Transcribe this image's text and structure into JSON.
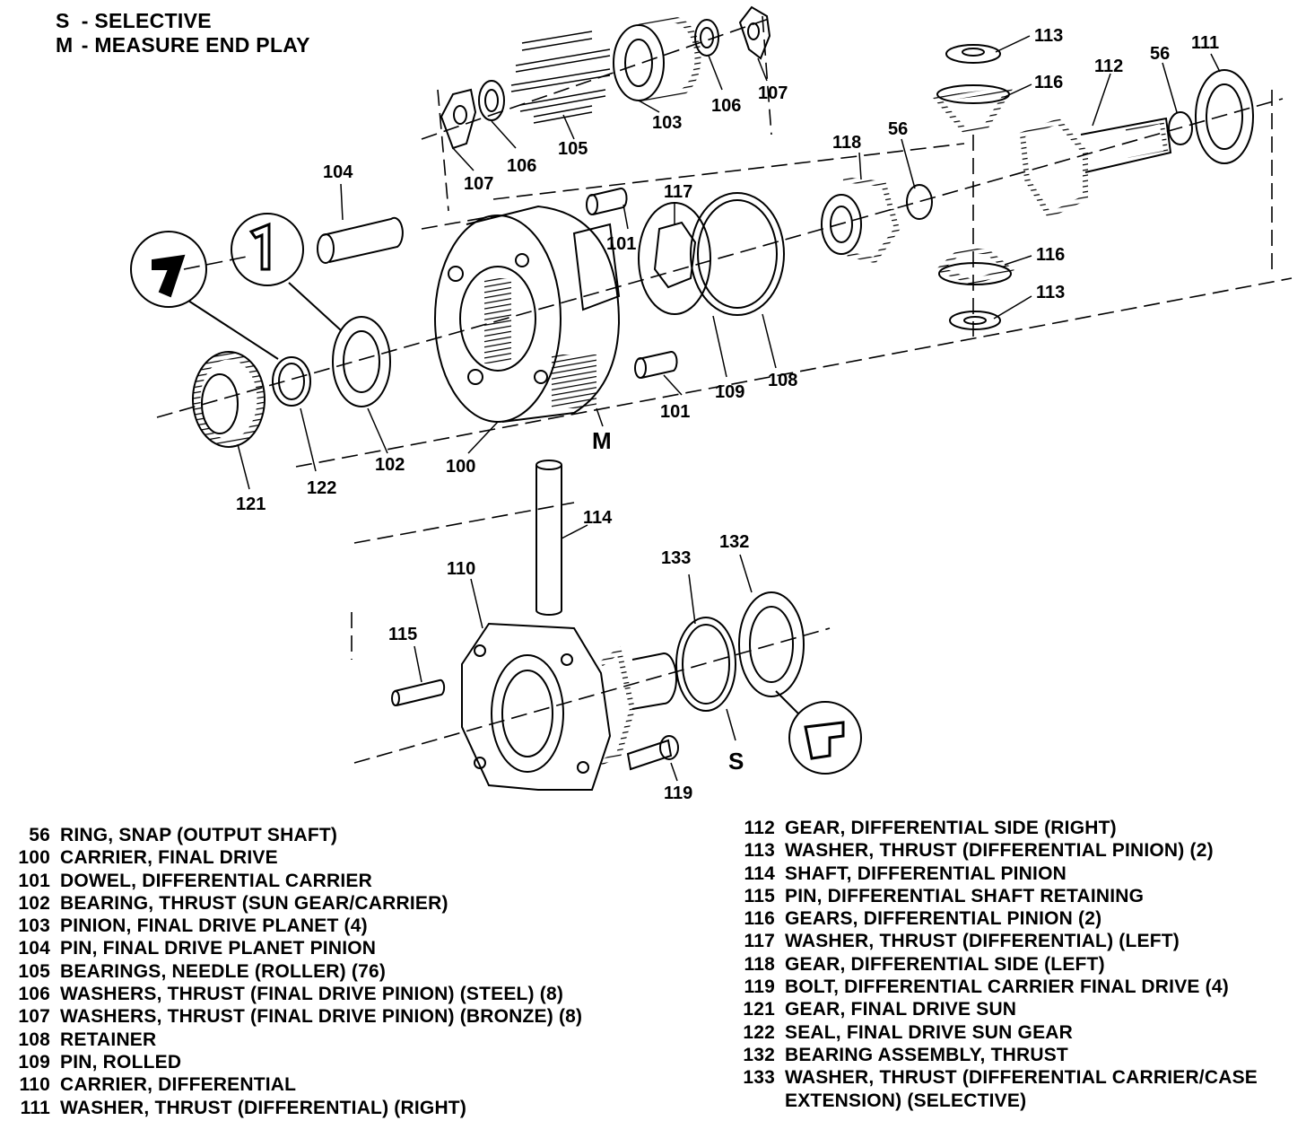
{
  "legend": [
    {
      "code": "S",
      "text": "- SELECTIVE"
    },
    {
      "code": "M",
      "text": "- MEASURE END PLAY"
    }
  ],
  "callouts": {
    "c113a": "113",
    "c116a": "116",
    "c112": "112",
    "c56a": "56",
    "c111": "111",
    "c118": "118",
    "c56b": "56",
    "c116b": "116",
    "c113b": "113",
    "c103": "103",
    "c106a": "106",
    "c107a": "107",
    "c105": "105",
    "c106b": "106",
    "c107b": "107",
    "c104": "104",
    "c117": "117",
    "c101a": "101",
    "c101b": "101",
    "c109": "109",
    "c108": "108",
    "c100": "100",
    "c102": "102",
    "c122": "122",
    "c121": "121",
    "cM": "M",
    "c114": "114",
    "c110": "110",
    "c133": "133",
    "c132": "132",
    "c115": "115",
    "c119": "119",
    "cS": "S"
  },
  "parts_left": [
    {
      "num": "56",
      "desc": "RING, SNAP (OUTPUT SHAFT)"
    },
    {
      "num": "100",
      "desc": "CARRIER, FINAL DRIVE"
    },
    {
      "num": "101",
      "desc": "DOWEL, DIFFERENTIAL CARRIER"
    },
    {
      "num": "102",
      "desc": "BEARING, THRUST (SUN GEAR/CARRIER)"
    },
    {
      "num": "103",
      "desc": "PINION, FINAL DRIVE PLANET (4)"
    },
    {
      "num": "104",
      "desc": "PIN, FINAL DRIVE PLANET PINION"
    },
    {
      "num": "105",
      "desc": "BEARINGS, NEEDLE (ROLLER) (76)"
    },
    {
      "num": "106",
      "desc": "WASHERS, THRUST (FINAL DRIVE PINION) (STEEL) (8)"
    },
    {
      "num": "107",
      "desc": "WASHERS, THRUST (FINAL DRIVE PINION) (BRONZE) (8)"
    },
    {
      "num": "108",
      "desc": "RETAINER"
    },
    {
      "num": "109",
      "desc": "PIN, ROLLED"
    },
    {
      "num": "110",
      "desc": "CARRIER, DIFFERENTIAL"
    },
    {
      "num": "111",
      "desc": "WASHER, THRUST (DIFFERENTIAL) (RIGHT)"
    }
  ],
  "parts_right": [
    {
      "num": "112",
      "desc": "GEAR, DIFFERENTIAL SIDE (RIGHT)"
    },
    {
      "num": "113",
      "desc": "WASHER, THRUST (DIFFERENTIAL PINION) (2)"
    },
    {
      "num": "114",
      "desc": "SHAFT, DIFFERENTIAL PINION"
    },
    {
      "num": "115",
      "desc": "PIN, DIFFERENTIAL SHAFT RETAINING"
    },
    {
      "num": "116",
      "desc": "GEARS, DIFFERENTIAL PINION (2)"
    },
    {
      "num": "117",
      "desc": "WASHER, THRUST (DIFFERENTIAL) (LEFT)"
    },
    {
      "num": "118",
      "desc": "GEAR, DIFFERENTIAL SIDE (LEFT)"
    },
    {
      "num": "119",
      "desc": "BOLT, DIFFERENTIAL CARRIER FINAL DRIVE (4)"
    },
    {
      "num": "121",
      "desc": "GEAR, FINAL DRIVE SUN"
    },
    {
      "num": "122",
      "desc": "SEAL, FINAL DRIVE SUN GEAR"
    },
    {
      "num": "132",
      "desc": "BEARING ASSEMBLY, THRUST"
    },
    {
      "num": "133",
      "desc": "WASHER, THRUST (DIFFERENTIAL CARRIER/CASE"
    },
    {
      "num": "",
      "desc": "EXTENSION) (SELECTIVE)"
    }
  ]
}
